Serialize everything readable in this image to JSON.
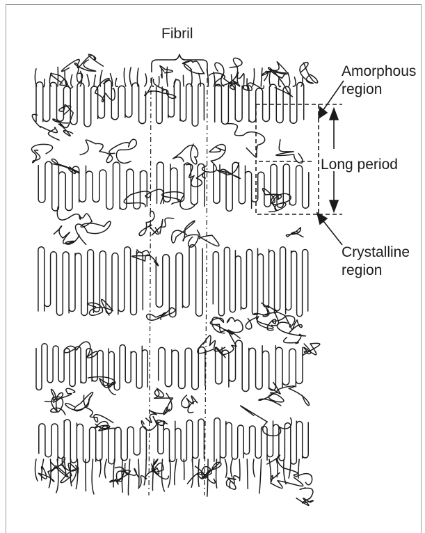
{
  "labels": {
    "fibril": "Fibril",
    "amorphous": [
      "Amorphous",
      "region"
    ],
    "long_period": "Long period",
    "crystalline": [
      "Crystalline",
      "region"
    ]
  },
  "colors": {
    "chain_stroke": "#1b1b1b",
    "background": "#ffffff",
    "frame_border": "#9a9a9a"
  }
}
